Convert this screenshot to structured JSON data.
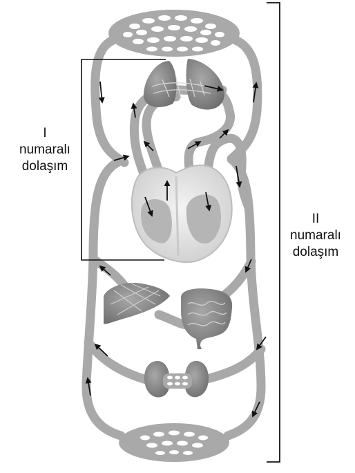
{
  "labels": {
    "circulation_one": {
      "numeral": "I",
      "line1": "numaralı",
      "line2": "dolaşım"
    },
    "circulation_two": {
      "numeral": "II",
      "line1": "numaralı",
      "line2": "dolaşım"
    }
  },
  "colors": {
    "vessel": "#a9a9a9",
    "vessel_edge": "#8c8c8c",
    "organ": "#8f8f8f",
    "organ_dark": "#6f6f6f",
    "heart": "#e6e6e6",
    "heart_inner": "#b5b5b5",
    "arrow": "#111111",
    "bracket": "#111111"
  }
}
